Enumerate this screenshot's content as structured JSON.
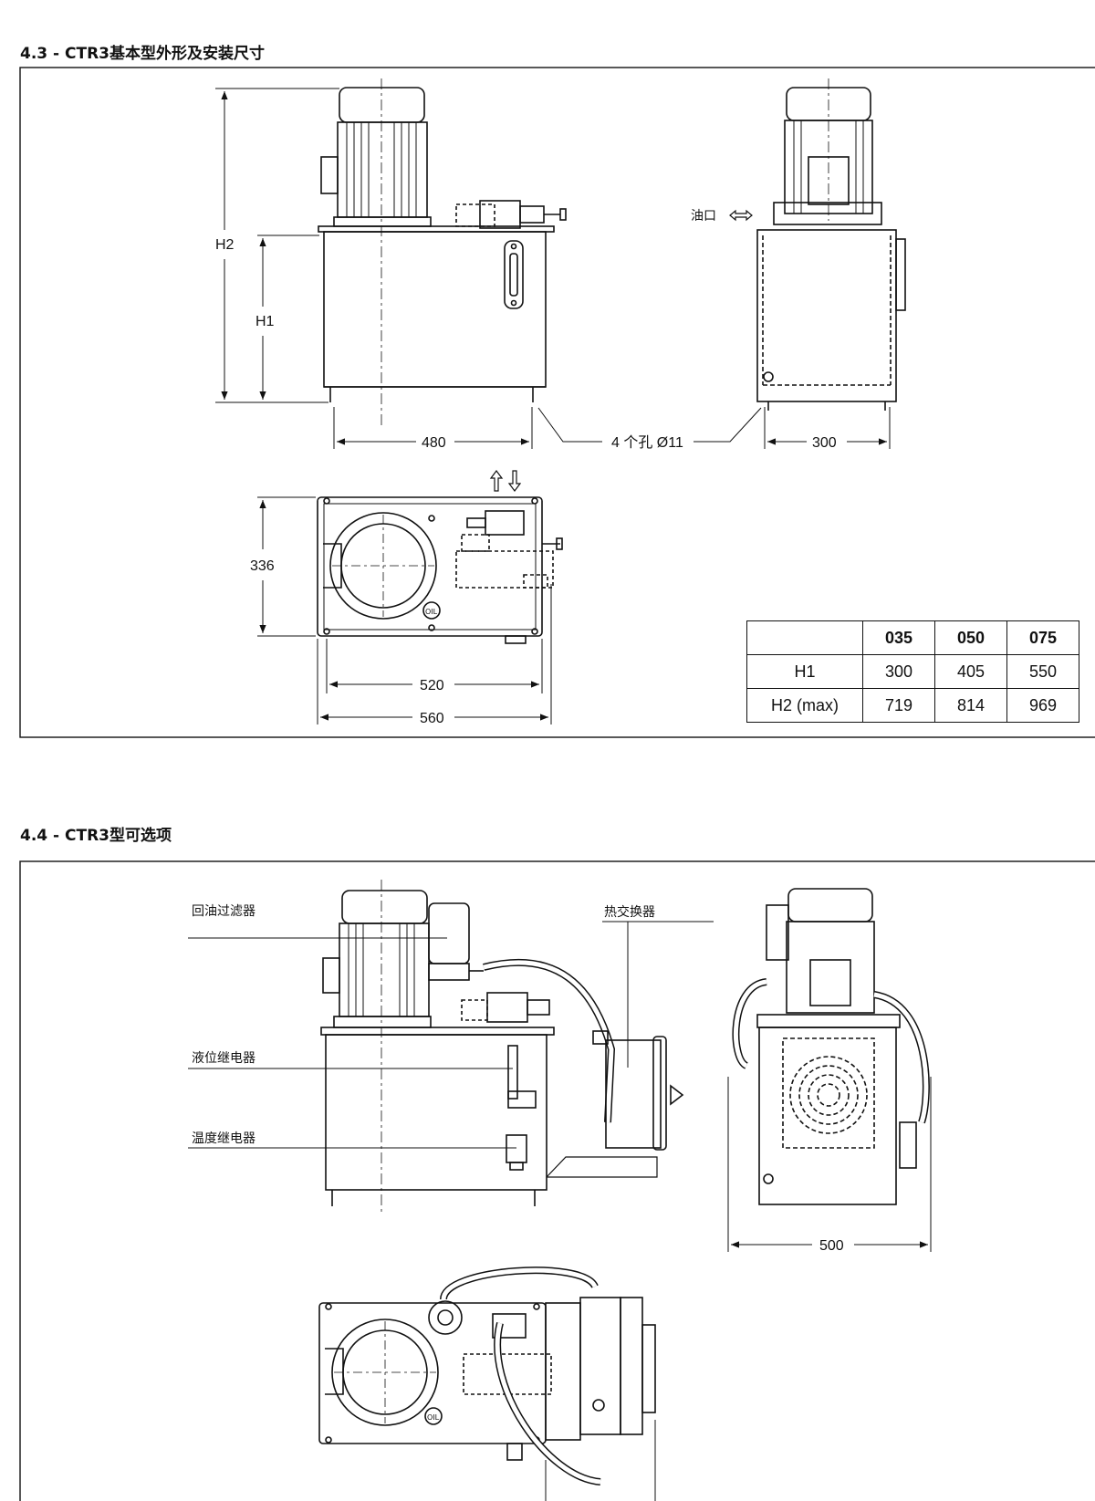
{
  "sections": [
    {
      "title": "4.3 - CTR3基本型外形及安装尺寸"
    },
    {
      "title": "4.4 -  CTR3型可选项"
    }
  ],
  "drawing1": {
    "dims": {
      "h2": "H2",
      "h1": "H1",
      "w480": "480",
      "w300": "300",
      "d336": "336",
      "w520": "520",
      "w560": "560"
    },
    "holes": "4 个孔 Ø11",
    "port": "油口",
    "oil": "OIL"
  },
  "table": {
    "columns": [
      "035",
      "050",
      "075"
    ],
    "rows": [
      {
        "label": "H1",
        "values": [
          "300",
          "405",
          "550"
        ]
      },
      {
        "label": "H2 (max)",
        "values": [
          "719",
          "814",
          "969"
        ]
      }
    ]
  },
  "drawing2": {
    "labels": {
      "return_filter": "回油过滤器",
      "level_relay": "液位继电器",
      "temp_relay": "温度继电器",
      "heat_exchanger": "热交换器"
    },
    "dims": {
      "w500": "500"
    },
    "oil": "OIL"
  }
}
